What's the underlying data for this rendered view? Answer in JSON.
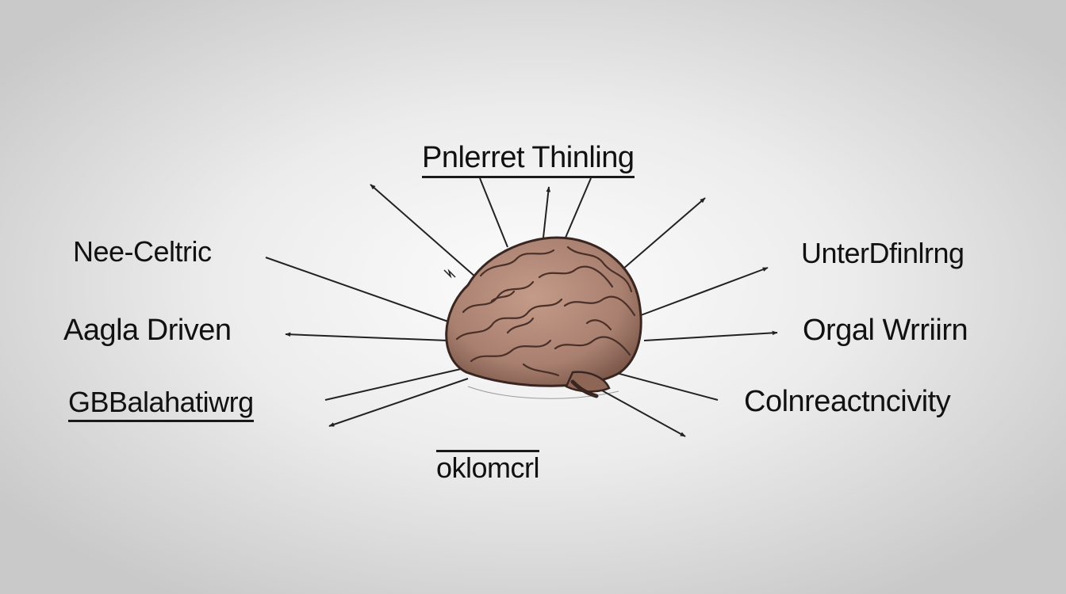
{
  "diagram": {
    "title": "Pnlerret Thinling",
    "labels": {
      "left_top": "Nee-Celtric",
      "left_middle": "Aagla Driven",
      "left_bottom": "GBBalahatiwrg",
      "right_top": "UnterDfinlrng",
      "right_middle": "Orgal Wrriirn",
      "right_bottom": "Colnreactncivity",
      "bottom": "oklomcrl"
    }
  },
  "colors": {
    "ink": "#111111",
    "brain_fill": "#a98070",
    "brain_outline": "#3a2620",
    "background_center": "#fcfcfc",
    "background_edge": "#c9c9c9"
  },
  "icons": {
    "center": "brain-icon"
  }
}
